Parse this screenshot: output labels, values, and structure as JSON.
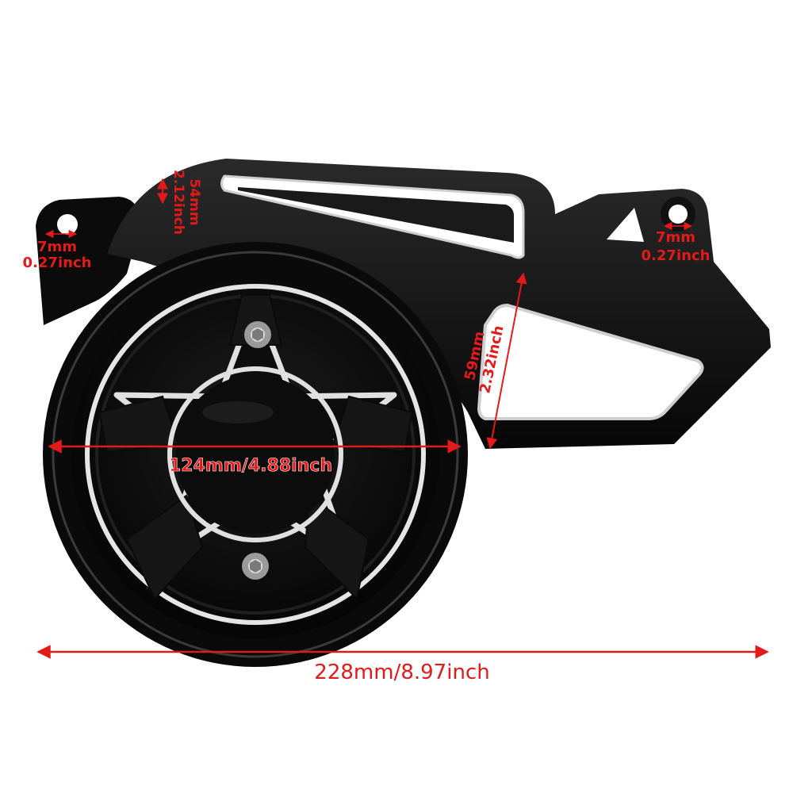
{
  "dimensions": {
    "overall_width": "228mm/8.97inch",
    "cover_diameter": "124mm/4.88inch",
    "bracket_height_mm": "54mm",
    "bracket_height_in": "2.12inch",
    "window_height_mm": "59mm",
    "window_height_in": "2.32inch",
    "left_hole_mm": "7mm",
    "left_hole_in": "0.27inch",
    "right_hole_mm": "7mm",
    "right_hole_in": "0.27inch"
  },
  "colors": {
    "annotation": "#e41a1a",
    "part": "#0b0b0b",
    "chrome": "#d9d9d9"
  }
}
